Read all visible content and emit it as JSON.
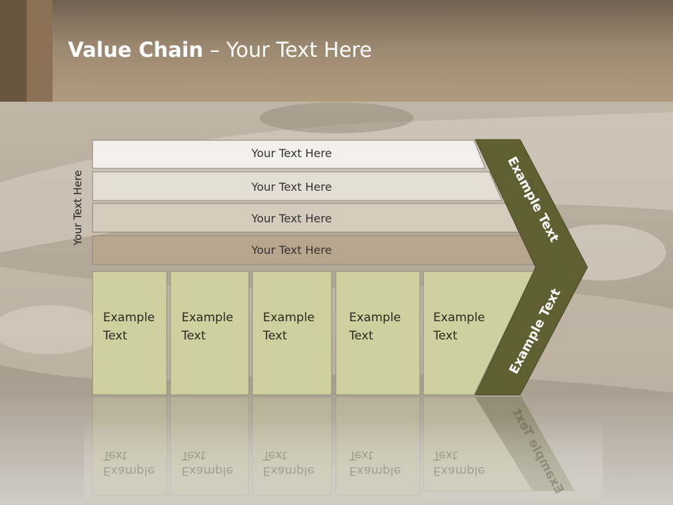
{
  "title": {
    "bold": "Value Chain",
    "rest": " – Your Text Here"
  },
  "vertical_label": "Your Text Here",
  "rows": [
    {
      "label": "Your Text Here"
    },
    {
      "label": "Your Text Here"
    },
    {
      "label": "Your Text Here"
    },
    {
      "label": "Your Text Here"
    }
  ],
  "boxes": [
    {
      "line1": "Example",
      "line2": "Text"
    },
    {
      "line1": "Example",
      "line2": "Text"
    },
    {
      "line1": "Example",
      "line2": "Text"
    },
    {
      "line1": "Example",
      "line2": "Text"
    },
    {
      "line1": "Example",
      "line2": "Text"
    }
  ],
  "chevron": {
    "upper_label": "Example Text",
    "lower_label": "Example Text"
  },
  "colors": {
    "chevron": "#5f5f32",
    "boxes": "#cfcf9f",
    "row1": "#f2f0ec",
    "row2": "#e4ddd3",
    "row3": "#d6cbbd",
    "row4": "#b8a68e"
  }
}
